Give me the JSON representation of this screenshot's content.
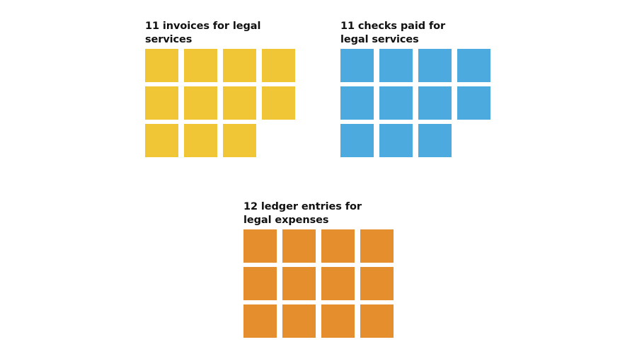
{
  "chart_data": [
    {
      "type": "unit-grid",
      "title": "11 invoices for legal services",
      "count": 11,
      "color": "#F0C637"
    },
    {
      "type": "unit-grid",
      "title": "11 checks paid for legal services",
      "count": 11,
      "color": "#4DAADE"
    },
    {
      "type": "unit-grid",
      "title": "12 ledger entries for legal expenses",
      "count": 12,
      "color": "#E58E2D"
    }
  ]
}
